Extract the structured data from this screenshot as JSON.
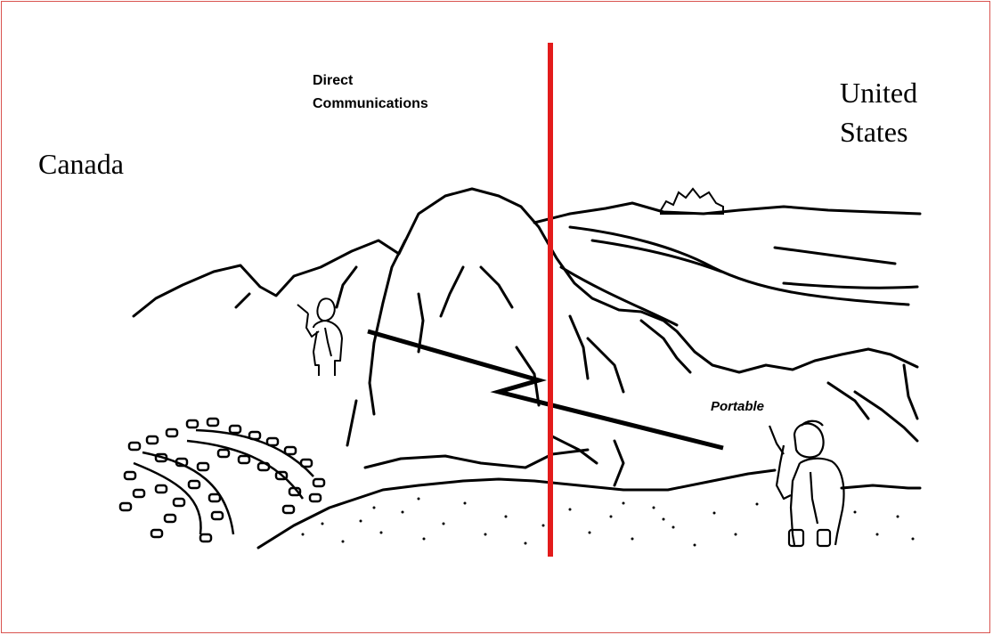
{
  "labels": {
    "left_country": "Canada",
    "right_country_line1": "United",
    "right_country_line2": "States",
    "link_line1": "Direct",
    "link_line2": "Communications",
    "device": "Portable"
  },
  "colors": {
    "frame": "#d9534f",
    "border_line": "#e31b1b",
    "ink": "#000000"
  },
  "icons": [
    "mountain-range",
    "parked-vehicles",
    "radio-operator-left",
    "radio-operator-right",
    "radio-link-lightning"
  ]
}
